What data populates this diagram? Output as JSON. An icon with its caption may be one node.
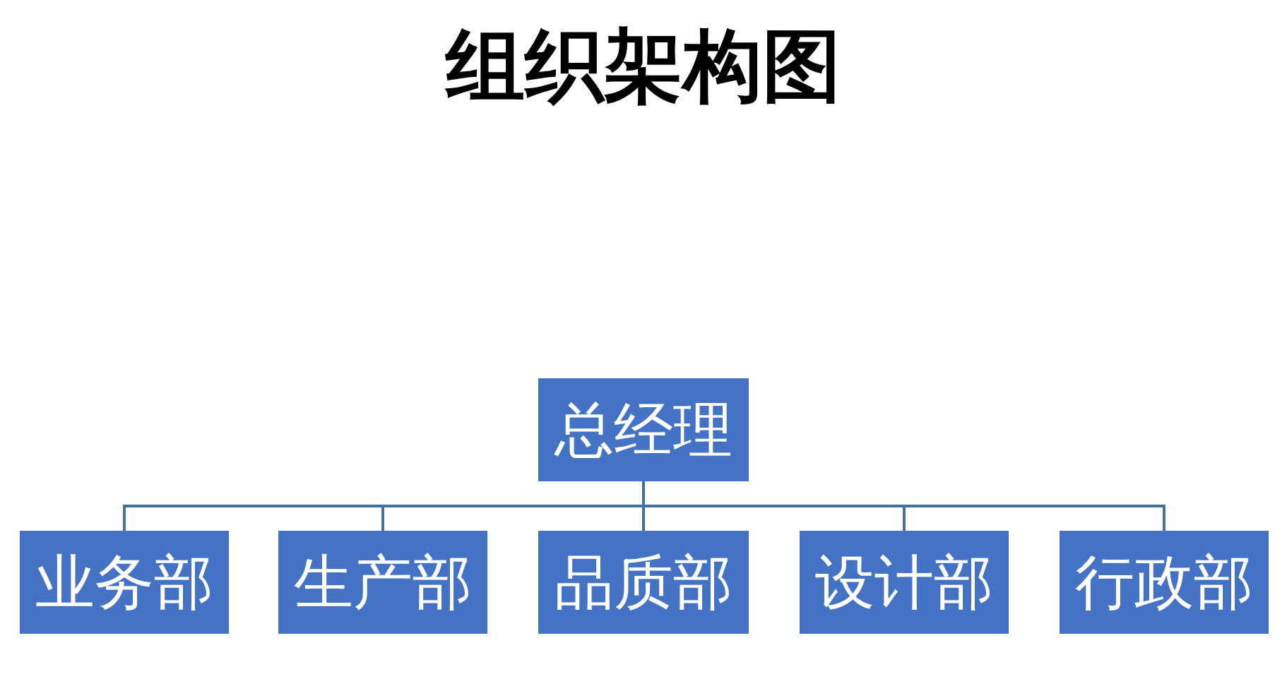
{
  "diagram": {
    "title": "组织架构图",
    "nodes": [
      {
        "text": [
          "总经理"
        ]
      },
      {
        "text": [
          "业务部"
        ]
      },
      {
        "text": [
          "生产部"
        ]
      },
      {
        "text": [
          "品质部"
        ]
      },
      {
        "text": [
          "设计部"
        ]
      },
      {
        "text": [
          "行政部"
        ]
      }
    ],
    "edges": [
      {
        "from": 0,
        "to": 1,
        "arrow": "none"
      },
      {
        "from": 0,
        "to": 2,
        "arrow": "none"
      },
      {
        "from": 0,
        "to": 3,
        "arrow": "none"
      },
      {
        "from": 0,
        "to": 4,
        "arrow": "none"
      },
      {
        "from": 0,
        "to": 5,
        "arrow": "none"
      }
    ]
  }
}
